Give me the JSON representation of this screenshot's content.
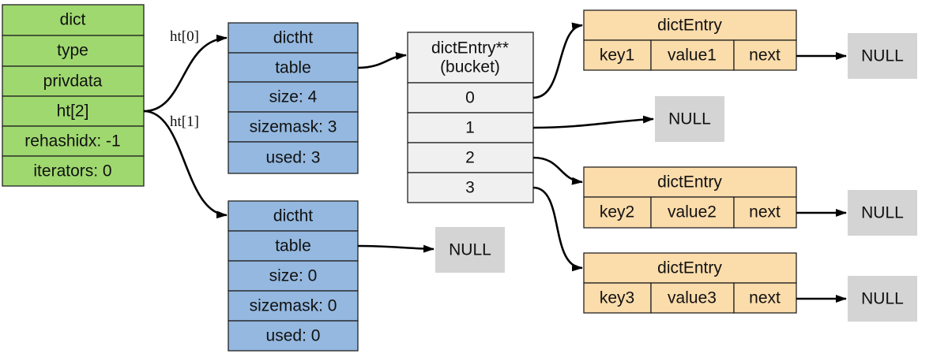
{
  "colors": {
    "dict_fill": "#9fd86f",
    "dictht_fill": "#94b8df",
    "bucket_fill": "#f0f0f0",
    "entry_fill": "#fbdcab",
    "null_fill": "#d4d4d4",
    "stroke": "#222222",
    "arrow": "#000000"
  },
  "dict": {
    "rows": [
      "dict",
      "type",
      "privdata",
      "ht[2]",
      "rehashidx: -1",
      "iterators: 0"
    ]
  },
  "dictht0": {
    "rows": [
      "dictht",
      "table",
      "size: 4",
      "sizemask: 3",
      "used: 3"
    ]
  },
  "dictht1": {
    "rows": [
      "dictht",
      "table",
      "size: 0",
      "sizemask: 0",
      "used: 0"
    ]
  },
  "bucket": {
    "header_line1": "dictEntry**",
    "header_line2": "(bucket)",
    "rows": [
      "0",
      "1",
      "2",
      "3"
    ]
  },
  "entries": [
    {
      "title": "dictEntry",
      "key": "key1",
      "value": "value1",
      "next": "next"
    },
    {
      "title": "dictEntry",
      "key": "key2",
      "value": "value2",
      "next": "next"
    },
    {
      "title": "dictEntry",
      "key": "key3",
      "value": "value3",
      "next": "next"
    }
  ],
  "null_label": "NULL",
  "edge_labels": {
    "ht0": "ht[0]",
    "ht1": "ht[1]"
  }
}
